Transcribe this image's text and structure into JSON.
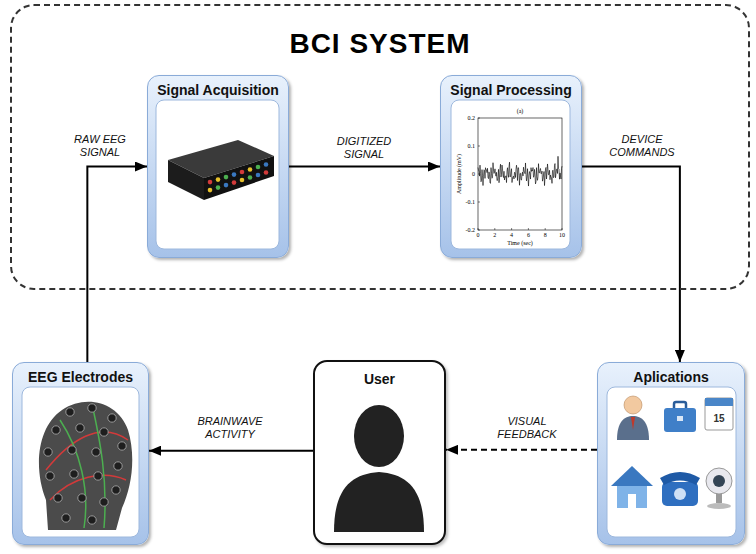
{
  "diagram": {
    "nodes": [
      {
        "text": [
          "BCI SYSTEM"
        ]
      },
      {
        "text": [
          "Signal Acquisition"
        ],
        "in": 0
      },
      {
        "text": [
          "Signal Processing"
        ],
        "in": 0
      },
      {
        "text": [
          "EEG Electrodes"
        ]
      },
      {
        "text": [
          "User"
        ]
      },
      {
        "text": [
          "Aplications"
        ]
      }
    ],
    "edges": [
      {
        "from": 3,
        "to": 1,
        "arrow": "to",
        "label": "RAW EEG SIGNAL"
      },
      {
        "from": 1,
        "to": 2,
        "arrow": "to",
        "label": "DIGITIZED SIGNAL"
      },
      {
        "from": 2,
        "to": 5,
        "arrow": "to",
        "label": "DEVICE COMMANDS"
      },
      {
        "from": 5,
        "to": 4,
        "arrow": "to",
        "label": "VISUAL FEEDBACK"
      },
      {
        "from": 4,
        "to": 3,
        "arrow": "to",
        "label": "BRAINWAVE ACTIVITY"
      }
    ],
    "labels": [
      "(a)",
      "Amplitude (mV)",
      "Time (sec)",
      "0.2",
      "0.1",
      "0",
      "-0.1",
      "-0.2",
      "0",
      "2",
      "4",
      "6",
      "8",
      "10",
      "15"
    ]
  }
}
